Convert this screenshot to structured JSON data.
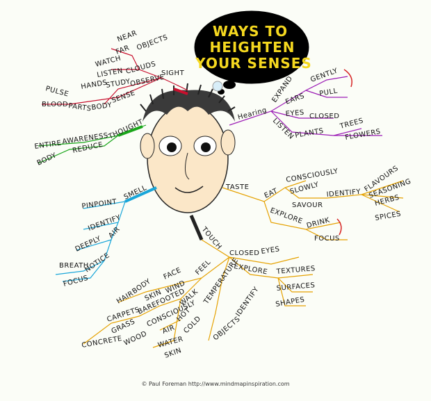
{
  "title": {
    "line1": "WAYS TO",
    "line2": "HEIGHTEN",
    "line3": "YOUR SENSES"
  },
  "branches": {
    "sight": {
      "label": "SIGHT",
      "words": [
        "NEAR",
        "FAR",
        "OBJECTS",
        "WATCH",
        "LISTEN",
        "CLOUDS",
        "HANDS",
        "STUDY",
        "OBSERVE",
        "PULSE",
        "BLOOD",
        "PARTS",
        "BODY",
        "SENSE"
      ]
    },
    "hearing": {
      "label": "Hearing",
      "words": [
        "EXPAND",
        "EARS",
        "GENTLY",
        "PULL",
        "EYES",
        "CLOSED",
        "LISTEN",
        "PLANTS",
        "TREES",
        "FLOWERS"
      ]
    },
    "thought": {
      "label": "THOUGHT",
      "words": [
        "ENTIRE",
        "AWARENESS",
        "BODY",
        "REDUCE"
      ]
    },
    "taste": {
      "label": "TASTE",
      "words": [
        "EAT",
        "CONSCIOUSLY",
        "SLOWLY",
        "IDENTIFY",
        "FLAVOURS",
        "SAVOUR",
        "SEASONING",
        "HERBS",
        "SPICES",
        "EXPLORE",
        "DRINK",
        "FOCUS"
      ]
    },
    "smell": {
      "label": "SMELL",
      "words": [
        "PINPOINT",
        "IDENTIFY",
        "DEEPLY",
        "AIR",
        "BREATH",
        "NOTICE",
        "FOCUS"
      ]
    },
    "touch": {
      "label": "TOUCH",
      "words": [
        "CLOSED",
        "EYES",
        "EXPLORE",
        "TEXTURES",
        "SURFACES",
        "SHAPES",
        "IDENTIFY",
        "OBJECTS",
        "FEEL",
        "FACE",
        "BODY",
        "HAIR",
        "SKIN",
        "WIND",
        "BAREFOOTED",
        "CARPETS",
        "GRASS",
        "CONCRETE",
        "WOOD",
        "CONSCIOUSLY",
        "WALK",
        "TEMPERATURE",
        "HOT",
        "COLD",
        "AIR",
        "WATER",
        "SKIN"
      ]
    }
  },
  "credit": "© Paul Foreman http://www.mindmapinspiration.com",
  "colors": {
    "sight": "#c8102e",
    "hearing": "#9b1bb5",
    "thought": "#1aa61a",
    "taste": "#e5a100",
    "smell": "#1aa6d9",
    "touch": "#e5a100",
    "title_bg": "#000000",
    "title_text": "#f5d81f"
  },
  "icons": [
    "head-illustration",
    "thought-bubble",
    "loop-arrow"
  ]
}
